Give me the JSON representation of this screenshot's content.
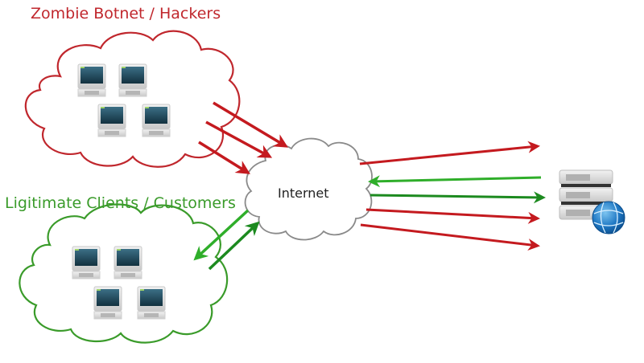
{
  "title": "DDoS attack overview",
  "groups": {
    "botnet": {
      "label": "Zombie Botnet / Hackers",
      "color": "#c0272d",
      "computers": 4
    },
    "clients": {
      "label": "Ligitimate Clients / Customers",
      "color": "#3a9b2a",
      "computers": 4
    }
  },
  "internet": {
    "label": "Internet"
  },
  "server": {
    "icon": "server-with-globe-icon"
  },
  "colors": {
    "attack": "#c41a1f",
    "legit_light": "#2fae2a",
    "legit_dark": "#1c8a1f",
    "cloud_outline": "#8a8a8a"
  },
  "flows": [
    {
      "from": "botnet",
      "to": "internet",
      "type": "attack",
      "count": 3
    },
    {
      "from": "internet",
      "to": "clients",
      "type": "legit-response"
    },
    {
      "from": "clients",
      "to": "internet",
      "type": "legit-request"
    },
    {
      "from": "internet",
      "to": "server",
      "type": "attack",
      "count": 3
    },
    {
      "from": "server",
      "to": "internet",
      "type": "legit-response"
    },
    {
      "from": "internet",
      "to": "server",
      "type": "legit-request"
    }
  ]
}
